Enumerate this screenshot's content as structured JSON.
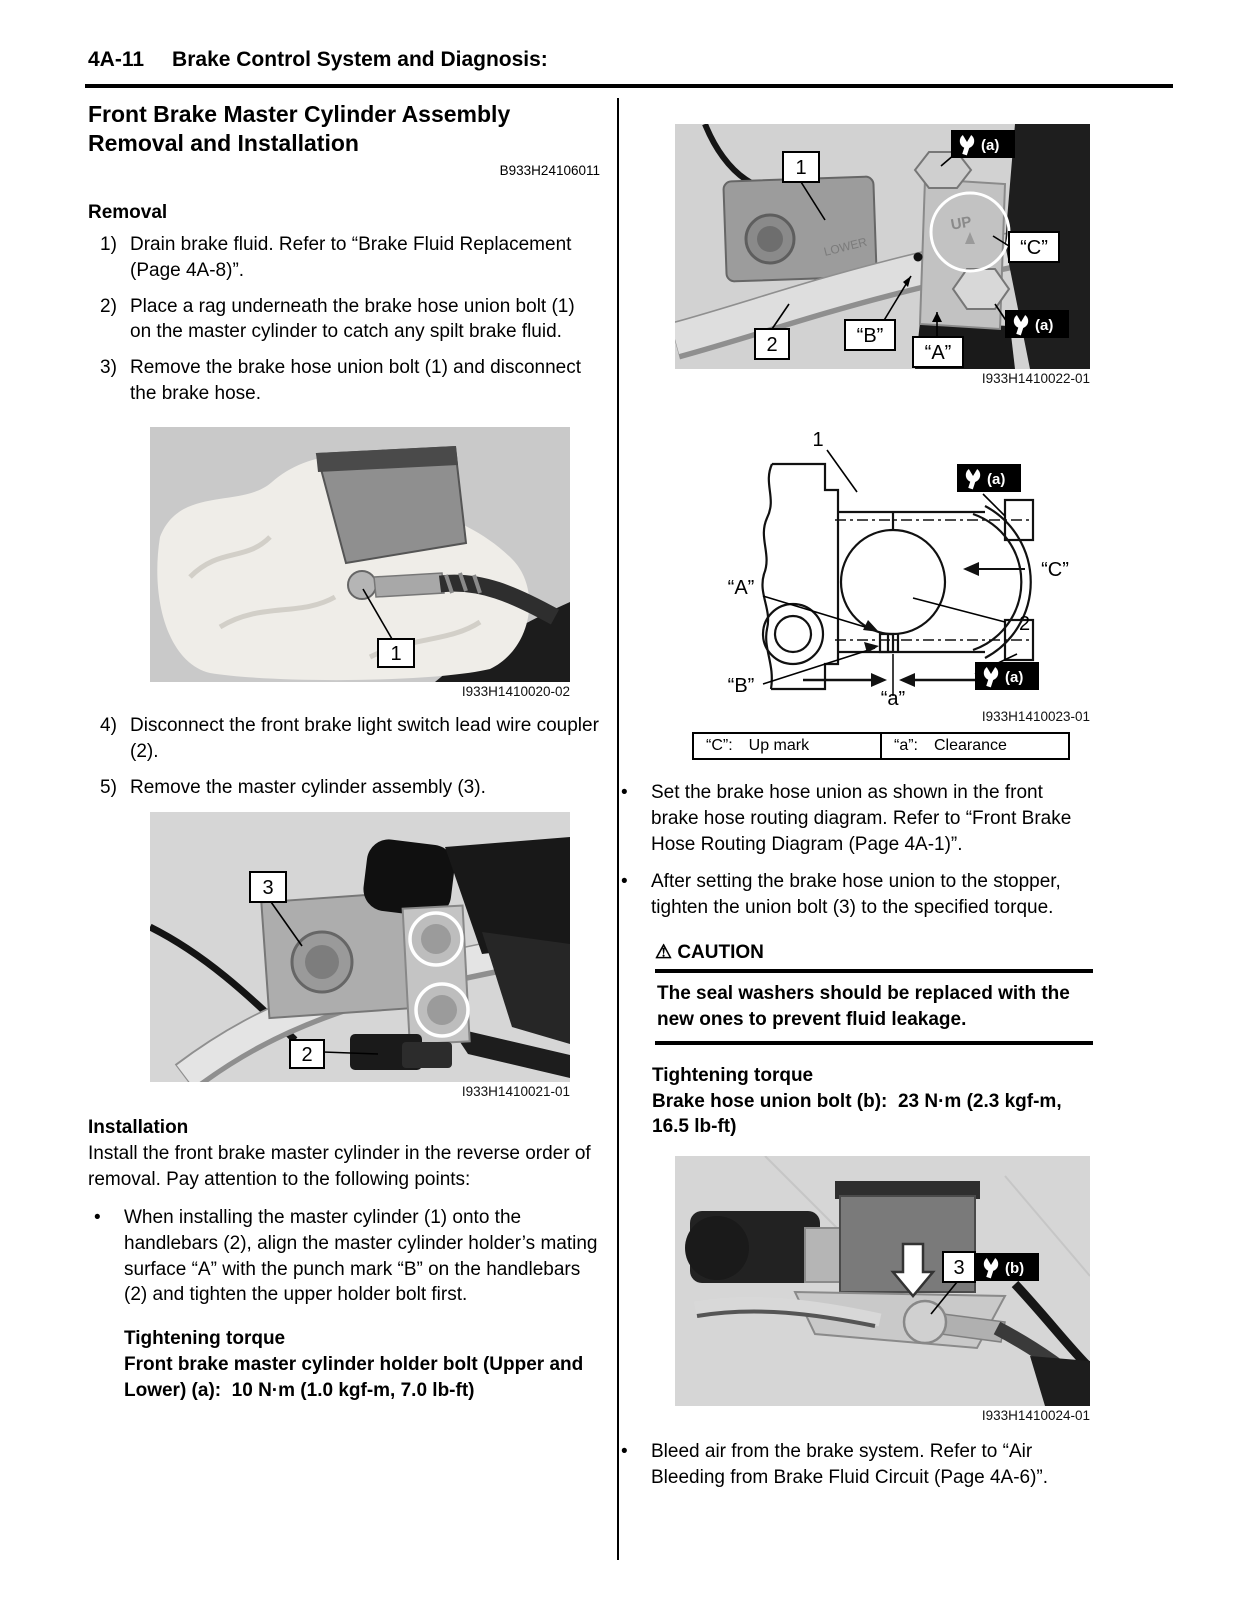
{
  "ui": {
    "bullet": "•"
  },
  "page": {
    "header": {
      "section": "4A-11",
      "title": "Brake Control System and Diagnosis:"
    },
    "doc": {
      "title": "Front Brake Master Cylinder Assembly Removal and Installation",
      "code": "B933H24106011"
    }
  },
  "removal": {
    "heading": "Removal",
    "steps": [
      {
        "num": "1)",
        "text": "Drain brake fluid. Refer to “Brake Fluid Replacement (Page 4A-8)”."
      },
      {
        "num": "2)",
        "text": "Place a rag underneath the brake hose union bolt (1) on the master cylinder to catch any spilt brake fluid."
      },
      {
        "num": "3)",
        "text": "Remove the brake hose union bolt (1) and disconnect the brake hose."
      },
      {
        "num": "4)",
        "text": "Disconnect the front brake light switch lead wire coupler (2)."
      },
      {
        "num": "5)",
        "text": "Remove the master cylinder assembly (3)."
      }
    ]
  },
  "installation": {
    "heading": "Installation",
    "intro": "Install the front brake master cylinder in the reverse order of removal. Pay attention to the following points:",
    "bullet1": "When installing the master cylinder (1) onto the handlebars (2), align the master cylinder holder’s mating surface “A” with the punch mark “B” on the handlebars (2) and tighten the upper holder bolt first.",
    "torque1": {
      "heading": "Tightening torque",
      "value": "Front brake master cylinder holder bolt (Upper and Lower) (a):  10 N·m (1.0 kgf-m, 7.0 lb-ft)"
    },
    "bullet2": "Set the brake hose union as shown in the front brake hose routing diagram. Refer to “Front Brake Hose Routing Diagram (Page 4A-1)”.",
    "bullet3": "After setting the brake hose union to the stopper, tighten the union bolt (3) to the specified torque.",
    "caution": {
      "icon": "⚠",
      "heading": "CAUTION",
      "text": "The seal washers should be replaced with the new ones to prevent fluid leakage."
    },
    "torque2": {
      "heading": "Tightening torque",
      "value": "Brake hose union bolt (b):  23 N·m (2.3 kgf-m, 16.5 lb-ft)"
    },
    "bullet4": "Bleed air from the brake system. Refer to “Air Bleeding from Brake Fluid Circuit (Page 4A-6)”."
  },
  "legend": {
    "cells": [
      {
        "key": "“C”:",
        "value": "Up mark"
      },
      {
        "key": "“a”:",
        "value": "Clearance"
      }
    ]
  },
  "figures": {
    "fig1": {
      "caption": "I933H1410020-02",
      "label_1": "1"
    },
    "fig2": {
      "caption": "I933H1410021-01",
      "label_2": "2",
      "label_3": "3"
    },
    "fig3": {
      "caption": "I933H1410022-01",
      "label_1": "1",
      "label_2": "2",
      "label_A": "“A”",
      "label_B": "“B”",
      "label_C": "“C”",
      "up_mark": "UP",
      "lower_mark": "LOWER",
      "wrench_a": "(a)"
    },
    "fig4": {
      "caption": "I933H1410023-01",
      "label_1": "1",
      "label_2": "2",
      "label_A": "“A”",
      "label_B": "“B”",
      "label_C": "“C”",
      "label_a": "“a”",
      "wrench_a": "(a)"
    },
    "fig5": {
      "caption": "I933H1410024-01",
      "label_3": "3",
      "wrench_b": "(b)"
    }
  }
}
